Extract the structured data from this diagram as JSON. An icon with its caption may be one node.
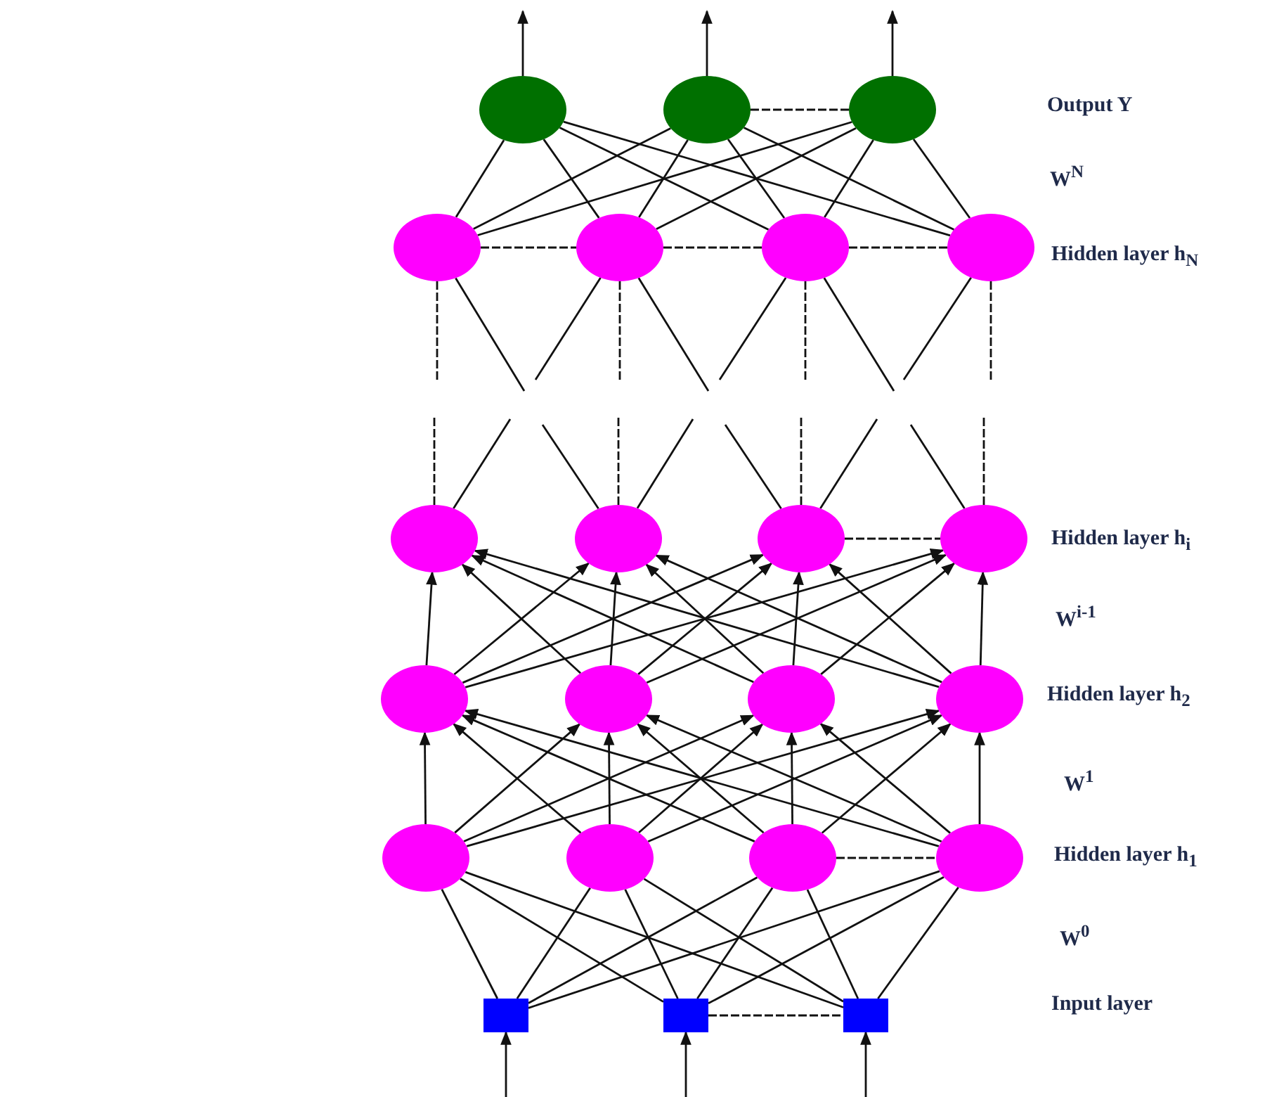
{
  "diagram": {
    "nodes": [
      {
        "text": [],
        "shape": "circle"
      },
      {
        "text": [],
        "shape": "circle"
      },
      {
        "text": [],
        "shape": "circle"
      },
      {
        "text": [],
        "shape": "circle"
      },
      {
        "text": [],
        "shape": "circle"
      },
      {
        "text": [],
        "shape": "circle"
      },
      {
        "text": [],
        "shape": "circle"
      },
      {
        "text": [],
        "shape": "circle"
      },
      {
        "text": [],
        "shape": "circle"
      },
      {
        "text": [],
        "shape": "circle"
      },
      {
        "text": [],
        "shape": "circle"
      },
      {
        "text": [],
        "shape": "circle"
      },
      {
        "text": [],
        "shape": "circle"
      },
      {
        "text": [],
        "shape": "circle"
      },
      {
        "text": [],
        "shape": "circle"
      },
      {
        "text": [],
        "shape": "circle"
      },
      {
        "text": [],
        "shape": "circle"
      },
      {
        "text": [],
        "shape": "circle"
      },
      {
        "text": [],
        "shape": "circle"
      },
      {
        "text": [],
        "shape": "box"
      },
      {
        "text": [],
        "shape": "box"
      },
      {
        "text": [],
        "shape": "box"
      }
    ],
    "edges": [
      {
        "from": 0,
        "to": null,
        "arrow": "to"
      },
      {
        "from": 1,
        "to": null,
        "arrow": "to"
      },
      {
        "from": 2,
        "to": null,
        "arrow": "to"
      },
      {
        "from": 1,
        "to": 2,
        "arrow": "none",
        "style": "dashed"
      },
      {
        "from": 3,
        "to": 0,
        "arrow": "none"
      },
      {
        "from": 3,
        "to": 1,
        "arrow": "none"
      },
      {
        "from": 3,
        "to": 2,
        "arrow": "none"
      },
      {
        "from": 4,
        "to": 0,
        "arrow": "none"
      },
      {
        "from": 4,
        "to": 1,
        "arrow": "none"
      },
      {
        "from": 4,
        "to": 2,
        "arrow": "none"
      },
      {
        "from": 5,
        "to": 0,
        "arrow": "none"
      },
      {
        "from": 5,
        "to": 1,
        "arrow": "none"
      },
      {
        "from": 5,
        "to": 2,
        "arrow": "none"
      },
      {
        "from": 6,
        "to": 0,
        "arrow": "none"
      },
      {
        "from": 6,
        "to": 1,
        "arrow": "none"
      },
      {
        "from": 6,
        "to": 2,
        "arrow": "none"
      },
      {
        "from": 3,
        "to": 4,
        "arrow": "none",
        "style": "dashed"
      },
      {
        "from": 4,
        "to": 5,
        "arrow": "none",
        "style": "dashed"
      },
      {
        "from": 5,
        "to": 6,
        "arrow": "none",
        "style": "dashed"
      },
      {
        "from": 3,
        "to": null,
        "arrow": "none",
        "style": "dashed"
      },
      {
        "from": 4,
        "to": null,
        "arrow": "none",
        "style": "dashed"
      },
      {
        "from": 5,
        "to": null,
        "arrow": "none",
        "style": "dashed"
      },
      {
        "from": 6,
        "to": null,
        "arrow": "none",
        "style": "dashed"
      },
      {
        "from": 3,
        "to": null,
        "arrow": "none"
      },
      {
        "from": 4,
        "to": null,
        "arrow": "none"
      },
      {
        "from": 4,
        "to": null,
        "arrow": "none"
      },
      {
        "from": 5,
        "to": null,
        "arrow": "none"
      },
      {
        "from": 5,
        "to": null,
        "arrow": "none"
      },
      {
        "from": 6,
        "to": null,
        "arrow": "none"
      },
      {
        "from": 7,
        "to": null,
        "arrow": "none"
      },
      {
        "from": 8,
        "to": null,
        "arrow": "none"
      },
      {
        "from": 8,
        "to": null,
        "arrow": "none"
      },
      {
        "from": 9,
        "to": null,
        "arrow": "none"
      },
      {
        "from": 9,
        "to": null,
        "arrow": "none"
      },
      {
        "from": 10,
        "to": null,
        "arrow": "none"
      },
      {
        "from": 9,
        "to": 10,
        "arrow": "none",
        "style": "dashed"
      },
      {
        "from": 11,
        "to": 7,
        "arrow": "to"
      },
      {
        "from": 11,
        "to": 8,
        "arrow": "to"
      },
      {
        "from": 11,
        "to": 9,
        "arrow": "to"
      },
      {
        "from": 11,
        "to": 10,
        "arrow": "to"
      },
      {
        "from": 12,
        "to": 7,
        "arrow": "to"
      },
      {
        "from": 12,
        "to": 8,
        "arrow": "to"
      },
      {
        "from": 12,
        "to": 9,
        "arrow": "to"
      },
      {
        "from": 12,
        "to": 10,
        "arrow": "to"
      },
      {
        "from": 13,
        "to": 7,
        "arrow": "to"
      },
      {
        "from": 13,
        "to": 8,
        "arrow": "to"
      },
      {
        "from": 13,
        "to": 9,
        "arrow": "to"
      },
      {
        "from": 13,
        "to": 10,
        "arrow": "to"
      },
      {
        "from": 14,
        "to": 7,
        "arrow": "to"
      },
      {
        "from": 14,
        "to": 8,
        "arrow": "to"
      },
      {
        "from": 14,
        "to": 9,
        "arrow": "to"
      },
      {
        "from": 14,
        "to": 10,
        "arrow": "to"
      },
      {
        "from": 15,
        "to": 11,
        "arrow": "to"
      },
      {
        "from": 15,
        "to": 12,
        "arrow": "to"
      },
      {
        "from": 15,
        "to": 13,
        "arrow": "to"
      },
      {
        "from": 15,
        "to": 14,
        "arrow": "to"
      },
      {
        "from": 16,
        "to": 11,
        "arrow": "to"
      },
      {
        "from": 16,
        "to": 12,
        "arrow": "to"
      },
      {
        "from": 16,
        "to": 13,
        "arrow": "to"
      },
      {
        "from": 16,
        "to": 14,
        "arrow": "to"
      },
      {
        "from": 17,
        "to": 11,
        "arrow": "to"
      },
      {
        "from": 17,
        "to": 12,
        "arrow": "to"
      },
      {
        "from": 17,
        "to": 13,
        "arrow": "to"
      },
      {
        "from": 17,
        "to": 14,
        "arrow": "to"
      },
      {
        "from": 18,
        "to": 11,
        "arrow": "to"
      },
      {
        "from": 18,
        "to": 12,
        "arrow": "to"
      },
      {
        "from": 18,
        "to": 13,
        "arrow": "to"
      },
      {
        "from": 18,
        "to": 14,
        "arrow": "to"
      },
      {
        "from": 17,
        "to": 18,
        "arrow": "none",
        "style": "dashed"
      },
      {
        "from": 19,
        "to": 15,
        "arrow": "none"
      },
      {
        "from": 19,
        "to": 16,
        "arrow": "none"
      },
      {
        "from": 19,
        "to": 17,
        "arrow": "none"
      },
      {
        "from": 19,
        "to": 18,
        "arrow": "none"
      },
      {
        "from": 20,
        "to": 15,
        "arrow": "none"
      },
      {
        "from": 20,
        "to": 16,
        "arrow": "none"
      },
      {
        "from": 20,
        "to": 17,
        "arrow": "none"
      },
      {
        "from": 20,
        "to": 18,
        "arrow": "none"
      },
      {
        "from": 21,
        "to": 15,
        "arrow": "none"
      },
      {
        "from": 21,
        "to": 16,
        "arrow": "none"
      },
      {
        "from": 21,
        "to": 17,
        "arrow": "none"
      },
      {
        "from": 21,
        "to": 18,
        "arrow": "none"
      },
      {
        "from": 20,
        "to": 21,
        "arrow": "none",
        "style": "dashed"
      },
      {
        "from": null,
        "to": 19,
        "arrow": "to"
      },
      {
        "from": null,
        "to": 20,
        "arrow": "to"
      },
      {
        "from": null,
        "to": 21,
        "arrow": "to"
      },
      {
        "from": 7,
        "to": null,
        "arrow": "none",
        "style": "dashed"
      },
      {
        "from": 8,
        "to": null,
        "arrow": "none",
        "style": "dashed"
      },
      {
        "from": 9,
        "to": null,
        "arrow": "none",
        "style": "dashed"
      },
      {
        "from": 10,
        "to": null,
        "arrow": "none",
        "style": "dashed"
      }
    ],
    "labels": [
      "Output Y",
      "W$^{N}$",
      "Hidden layer h$_{N}$",
      "Hidden layer h$_{i}$",
      "W$^{i-1}$",
      "Hidden layer h$_{2}$",
      "W$^{1}$",
      "Hidden layer h$_{1}$",
      "W$^{0}$",
      "Input layer"
    ]
  }
}
